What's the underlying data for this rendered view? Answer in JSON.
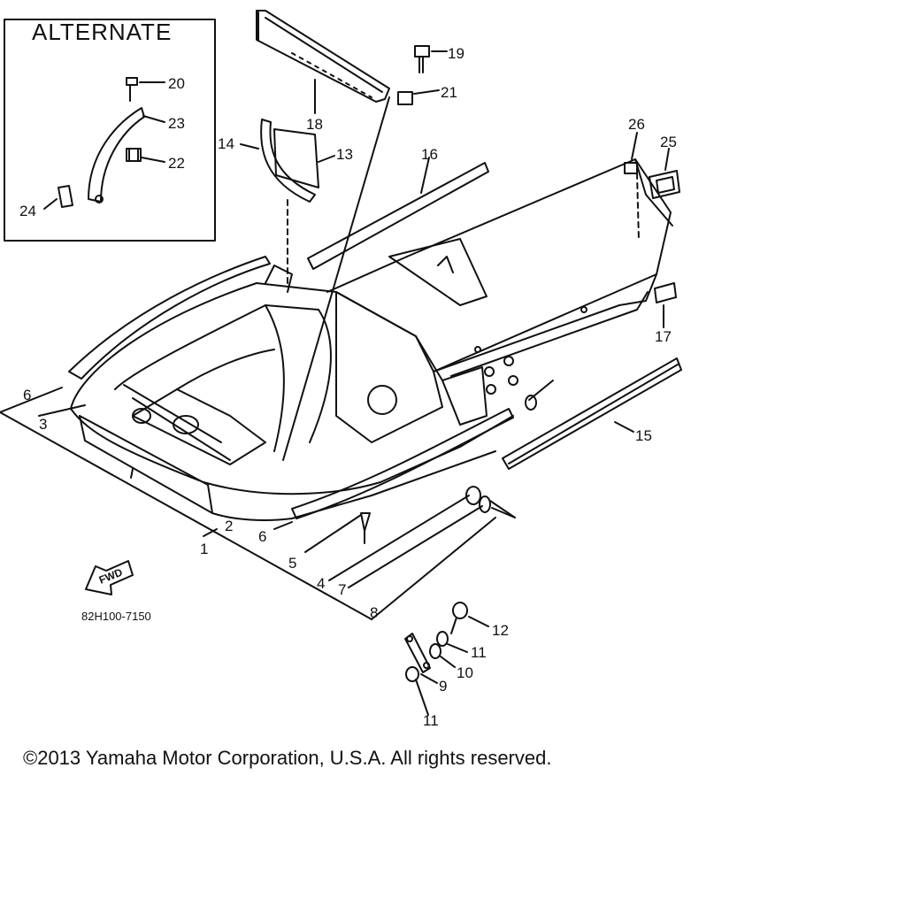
{
  "diagram": {
    "inset_title": "ALTERNATE",
    "part_numbers": [
      "1",
      "2",
      "3",
      "4",
      "5",
      "6",
      "7",
      "8",
      "9",
      "10",
      "11",
      "12",
      "13",
      "14",
      "15",
      "16",
      "17",
      "18",
      "19",
      "20",
      "21",
      "22",
      "23",
      "24",
      "25",
      "26"
    ],
    "extra_labels": {
      "callout_6b": "6",
      "callout_11b": "11"
    },
    "direction_marker": "FWD",
    "diagram_code": "82H100-7150"
  },
  "footer": {
    "copyright": "©2013 Yamaha Motor Corporation, U.S.A. All rights reserved."
  }
}
